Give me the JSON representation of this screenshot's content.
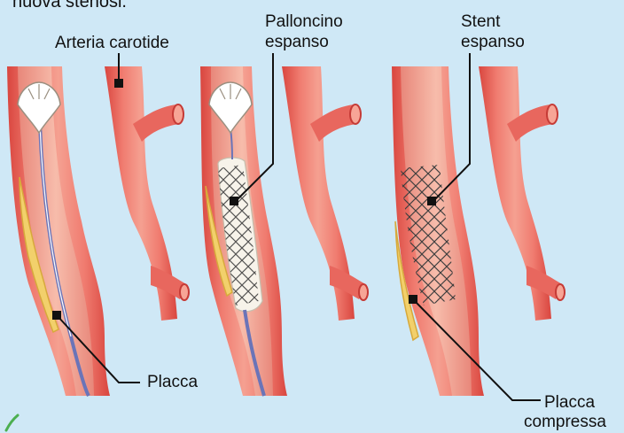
{
  "intro_text": "nuova stenosi.",
  "labels": {
    "artery": "Arteria carotide",
    "balloon_line1": "Palloncino",
    "balloon_line2": "espanso",
    "stent_line1": "Stent",
    "stent_line2": "espanso",
    "plaque": "Placca",
    "compressed_line1": "Placca",
    "compressed_line2": "compressa"
  },
  "colors": {
    "background": "#cfe8f6",
    "vessel_outer": "#e1504c",
    "vessel_wall": "#f08577",
    "vessel_lumen": "#f6b4a4",
    "plaque": "#f2d06b",
    "stent": "#4a4a4a",
    "balloon": "#f7f3ea",
    "catheter": "#6a74b8",
    "leader": "#111111",
    "check": "#4caf50"
  }
}
